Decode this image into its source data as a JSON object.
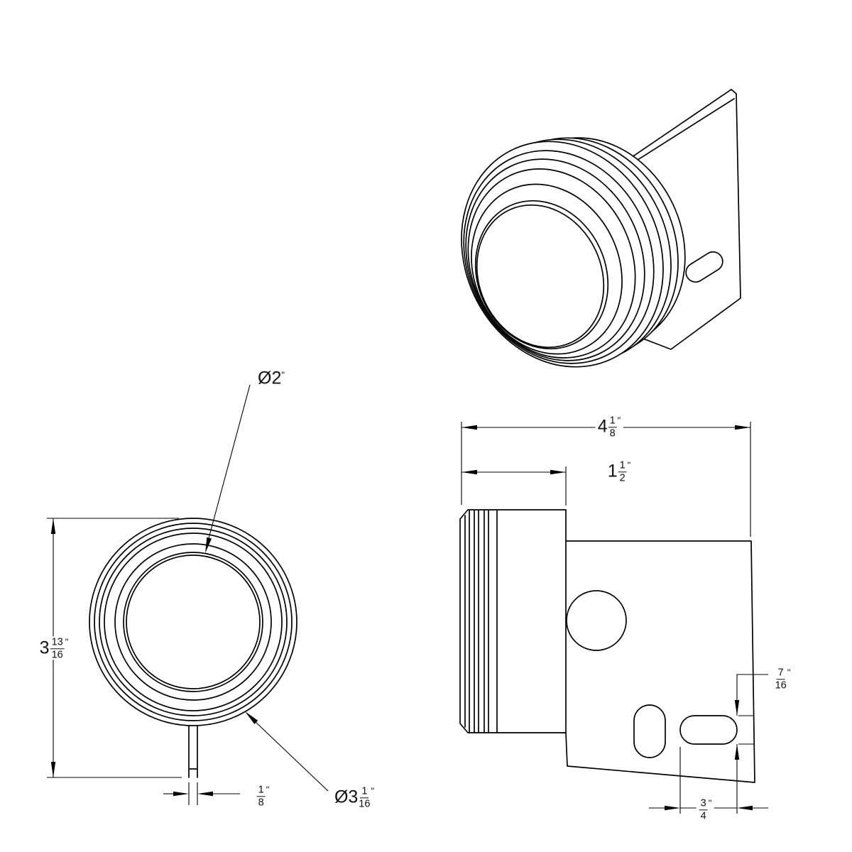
{
  "drawing": {
    "background": "#ffffff",
    "line_color": "#000000",
    "views": {
      "isometric": "isometric-view",
      "front": "front-view",
      "side": "side-view"
    },
    "dims": {
      "lens_d": {
        "prefix": "Ø",
        "whole": "2",
        "unit": "\""
      },
      "height": {
        "whole": "3",
        "num": "13",
        "den": "16",
        "unit": "\""
      },
      "stem_w": {
        "num": "1",
        "den": "8",
        "unit": "\""
      },
      "outer_d": {
        "prefix": "Ø",
        "whole": "3",
        "num": "1",
        "den": "16",
        "unit": "\""
      },
      "depth": {
        "whole": "4",
        "num": "1",
        "den": "8",
        "unit": "\""
      },
      "drum_depth": {
        "whole": "1",
        "num": "1",
        "den": "2",
        "unit": "\""
      },
      "slot_h": {
        "num": "7",
        "den": "16",
        "unit": "\""
      },
      "slot_len": {
        "num": "3",
        "den": "4",
        "unit": "\""
      }
    }
  }
}
